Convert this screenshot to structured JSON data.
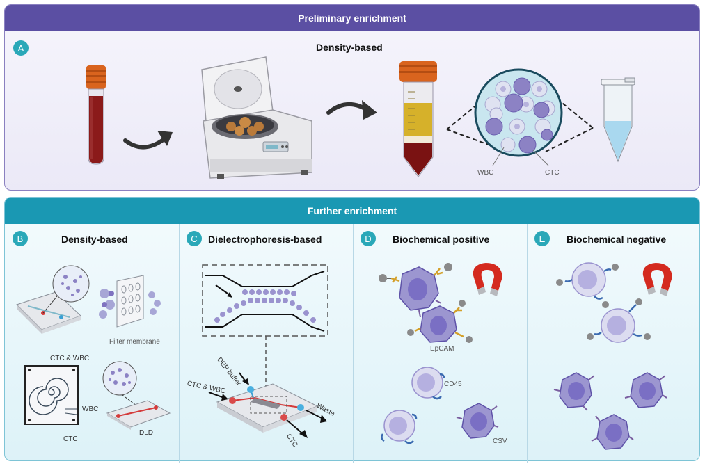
{
  "preliminary": {
    "header": "Preliminary enrichment",
    "letter": "A",
    "title": "Density-based",
    "labels": {
      "wbc": "WBC",
      "ctc": "CTC"
    }
  },
  "further": {
    "header": "Further enrichment",
    "sections": [
      {
        "letter": "B",
        "title": "Density-based",
        "labels": {
          "filter": "Filter membrane",
          "ctc_wbc": "CTC & WBC",
          "wbc": "WBC",
          "ctc": "CTC",
          "dld": "DLD"
        }
      },
      {
        "letter": "C",
        "title": "Dielectrophoresis-based",
        "labels": {
          "dep": "DEP buffer",
          "ctc_wbc": "CTC & WBC",
          "waste": "Waste",
          "ctc": "CTC"
        }
      },
      {
        "letter": "D",
        "title": "Biochemical positive",
        "labels": {
          "epcam": "EpCAM",
          "cd45": "CD45",
          "csv": "CSV"
        }
      },
      {
        "letter": "E",
        "title": "Biochemical negative"
      }
    ]
  },
  "colors": {
    "purple_header": "#5b4fa3",
    "teal_header": "#1a98b3",
    "letter_teal": "#2aa8b8",
    "blood": "#8b1a1a",
    "cap": "#d9641e",
    "cell_purple": "#8c82c4",
    "magnet_red": "#d42a1f"
  },
  "icons": [
    "blood-tube-icon",
    "centrifuge-icon",
    "arrow-icon",
    "falcon-tube-icon",
    "magnifier-circle-icon",
    "microtube-icon",
    "magnet-icon",
    "cell-icon",
    "antibody-icon",
    "chip-icon",
    "spiral-chip-icon",
    "filter-membrane-icon"
  ]
}
